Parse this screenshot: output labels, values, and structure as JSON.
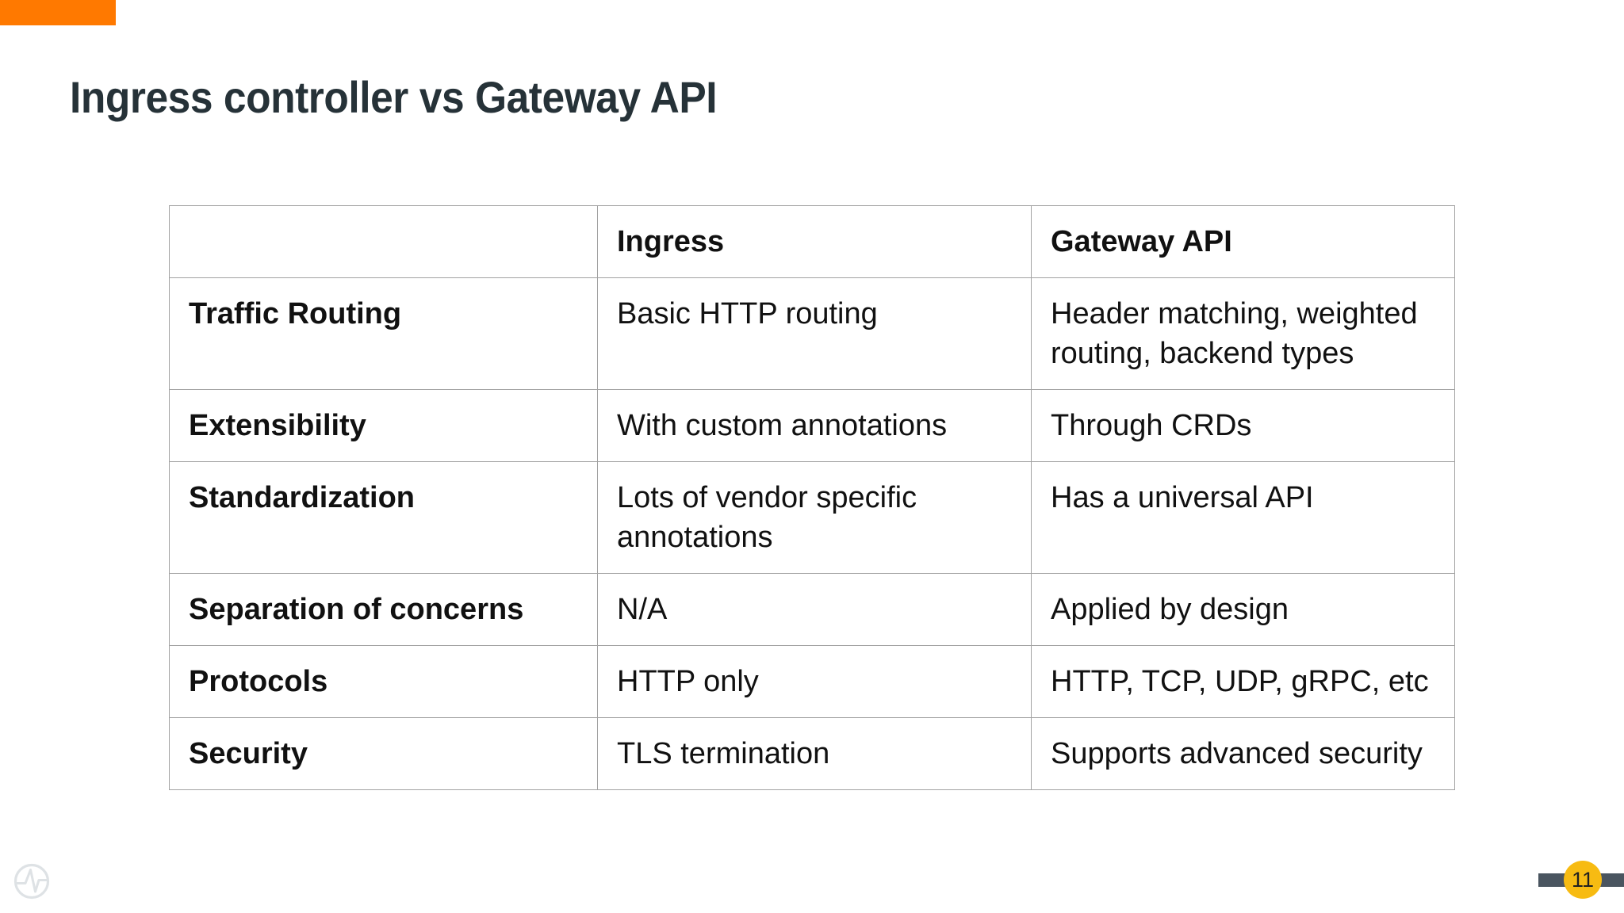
{
  "colors": {
    "accent_orange": "#FF7900",
    "title_text": "#263238",
    "table_border": "#A2A2A2",
    "cell_text": "#111111",
    "footer_bar": "#4A5560",
    "page_badge": "#F7BB12",
    "page_badge_text": "#212121",
    "logo_gray": "#DEE2E5"
  },
  "header": {
    "title": "Ingress controller vs Gateway API"
  },
  "table": {
    "column_headers": [
      "",
      "Ingress",
      "Gateway API"
    ],
    "rows": [
      {
        "label": "Traffic Routing",
        "ingress": "Basic HTTP routing",
        "gateway_api": "Header matching, weighted routing, backend types"
      },
      {
        "label": "Extensibility",
        "ingress": "With custom annotations",
        "gateway_api": "Through CRDs"
      },
      {
        "label": "Standardization",
        "ingress": "Lots of vendor specific annotations",
        "gateway_api": "Has a universal API"
      },
      {
        "label": "Separation of concerns",
        "ingress": "N/A",
        "gateway_api": "Applied by design"
      },
      {
        "label": "Protocols",
        "ingress": "HTTP only",
        "gateway_api": "HTTP, TCP, UDP, gRPC, etc"
      },
      {
        "label": "Security",
        "ingress": "TLS termination",
        "gateway_api": "Supports advanced security"
      }
    ]
  },
  "footer": {
    "page_number": "11",
    "logo_icon": "pulse-logo-icon"
  }
}
